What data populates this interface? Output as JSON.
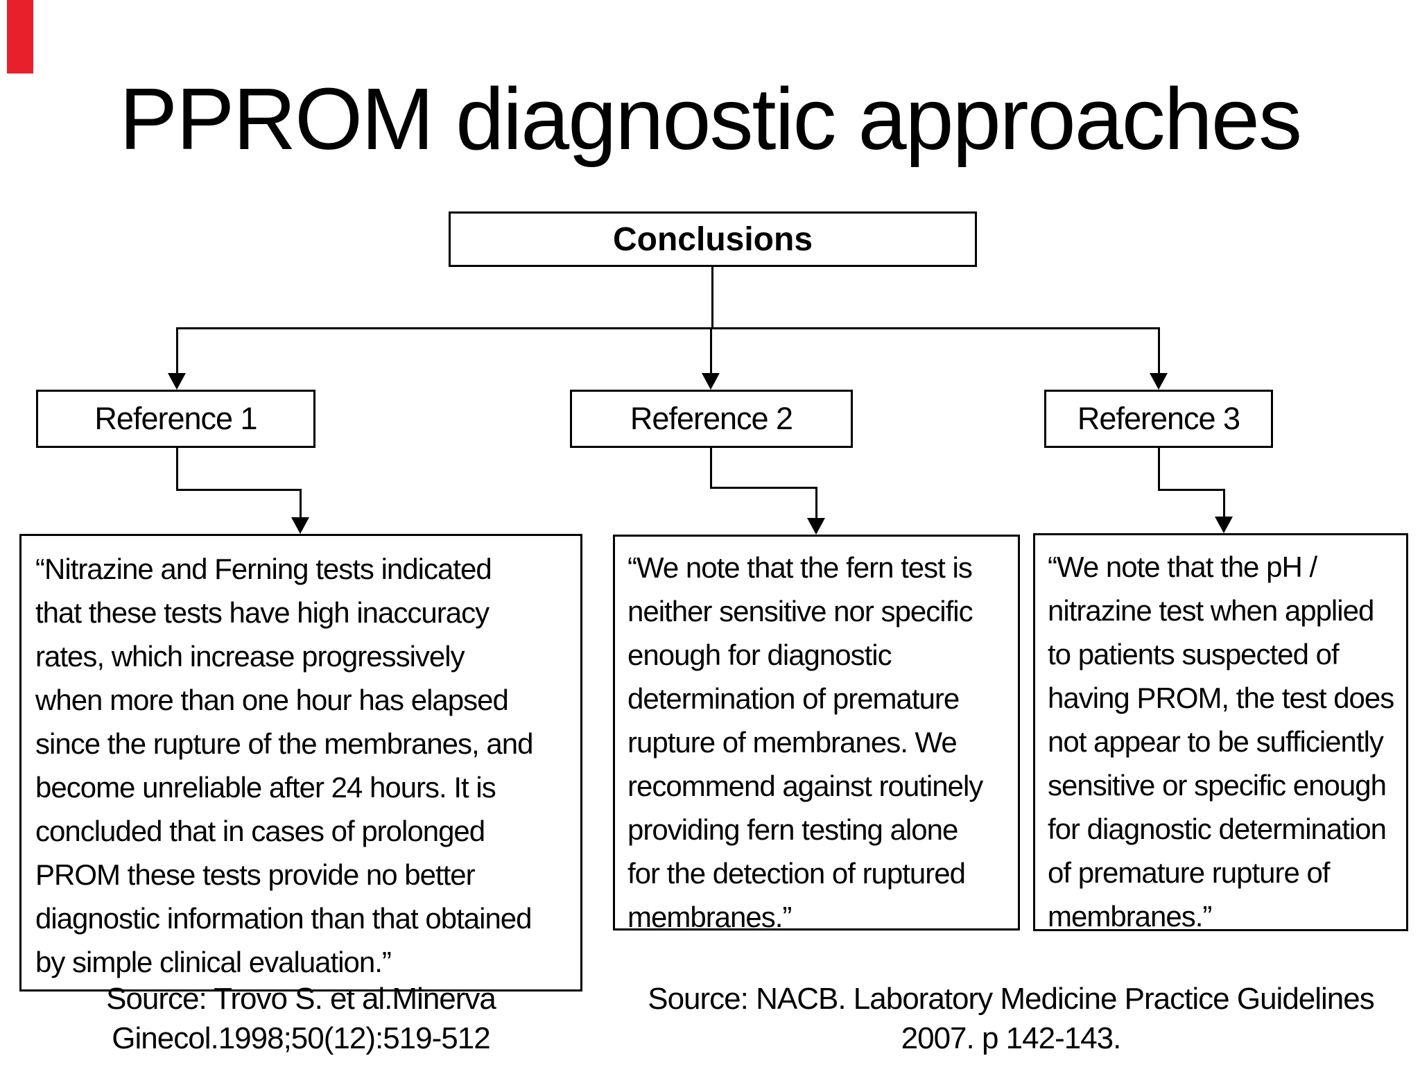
{
  "slide": {
    "title": "PPROM diagnostic approaches",
    "accent_bar_color": "#e8202c",
    "line_color": "#000000",
    "background_color": "#ffffff"
  },
  "diagram": {
    "root": {
      "label": "Conclusions"
    },
    "references": [
      {
        "label": "Reference 1"
      },
      {
        "label": "Reference 2"
      },
      {
        "label": "Reference 3"
      }
    ],
    "quotes": [
      {
        "text": "“Nitrazine and Ferning tests indicated\nthat these tests have high inaccuracy\nrates, which increase progressively\nwhen more than one hour has elapsed\nsince the rupture of the membranes, and\nbecome unreliable after 24 hours. It is\nconcluded that in cases of prolonged\nPROM these tests provide no better\ndiagnostic information than that obtained\nby simple clinical evaluation.”"
      },
      {
        "text": "“We note that the fern test is\nneither sensitive nor specific\nenough for diagnostic\ndetermination of premature\nrupture of membranes. We\nrecommend against routinely\nproviding fern testing alone\nfor the detection of ruptured\nmembranes.”"
      },
      {
        "text": "“We note that the pH /\nnitrazine test when applied\nto patients suspected of\nhaving PROM, the test does\nnot appear to be sufficiently\nsensitive or specific enough\nfor diagnostic determination\nof premature rupture of\nmembranes.”"
      }
    ],
    "sources": [
      {
        "text": "Source: Trovo S. et al.Minerva\nGinecol.1998;50(12):519-512"
      },
      {
        "text": "Source: NACB. Laboratory Medicine Practice Guidelines\n2007. p 142-143."
      }
    ]
  }
}
